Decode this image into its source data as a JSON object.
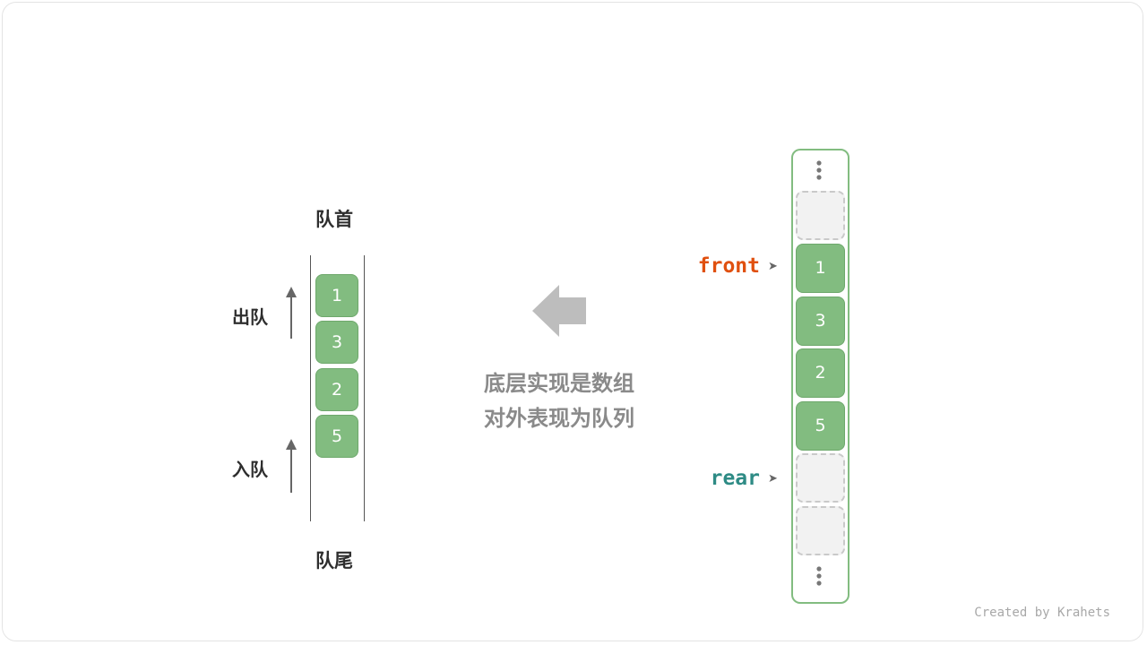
{
  "queue_view": {
    "head_label": "队首",
    "tail_label": "队尾",
    "dequeue_label": "出队",
    "enqueue_label": "入队",
    "items": [
      "1",
      "3",
      "2",
      "5"
    ]
  },
  "center": {
    "line1": "底层实现是数组",
    "line2": "对外表现为队列"
  },
  "array_view": {
    "front_label": "front",
    "rear_label": "rear",
    "cells": [
      "",
      "1",
      "3",
      "2",
      "5",
      "",
      ""
    ]
  },
  "colors": {
    "item_fill": "#82bc80",
    "front_color": "#e0500f",
    "rear_color": "#2e8b85",
    "arrow_gray": "#bdbdbd"
  },
  "icons": {
    "big_arrow": "left-arrow-icon",
    "ellipsis": "vertical-ellipsis-icon",
    "pointer": "pointer-arrow-icon"
  },
  "credit": "Created by Krahets"
}
